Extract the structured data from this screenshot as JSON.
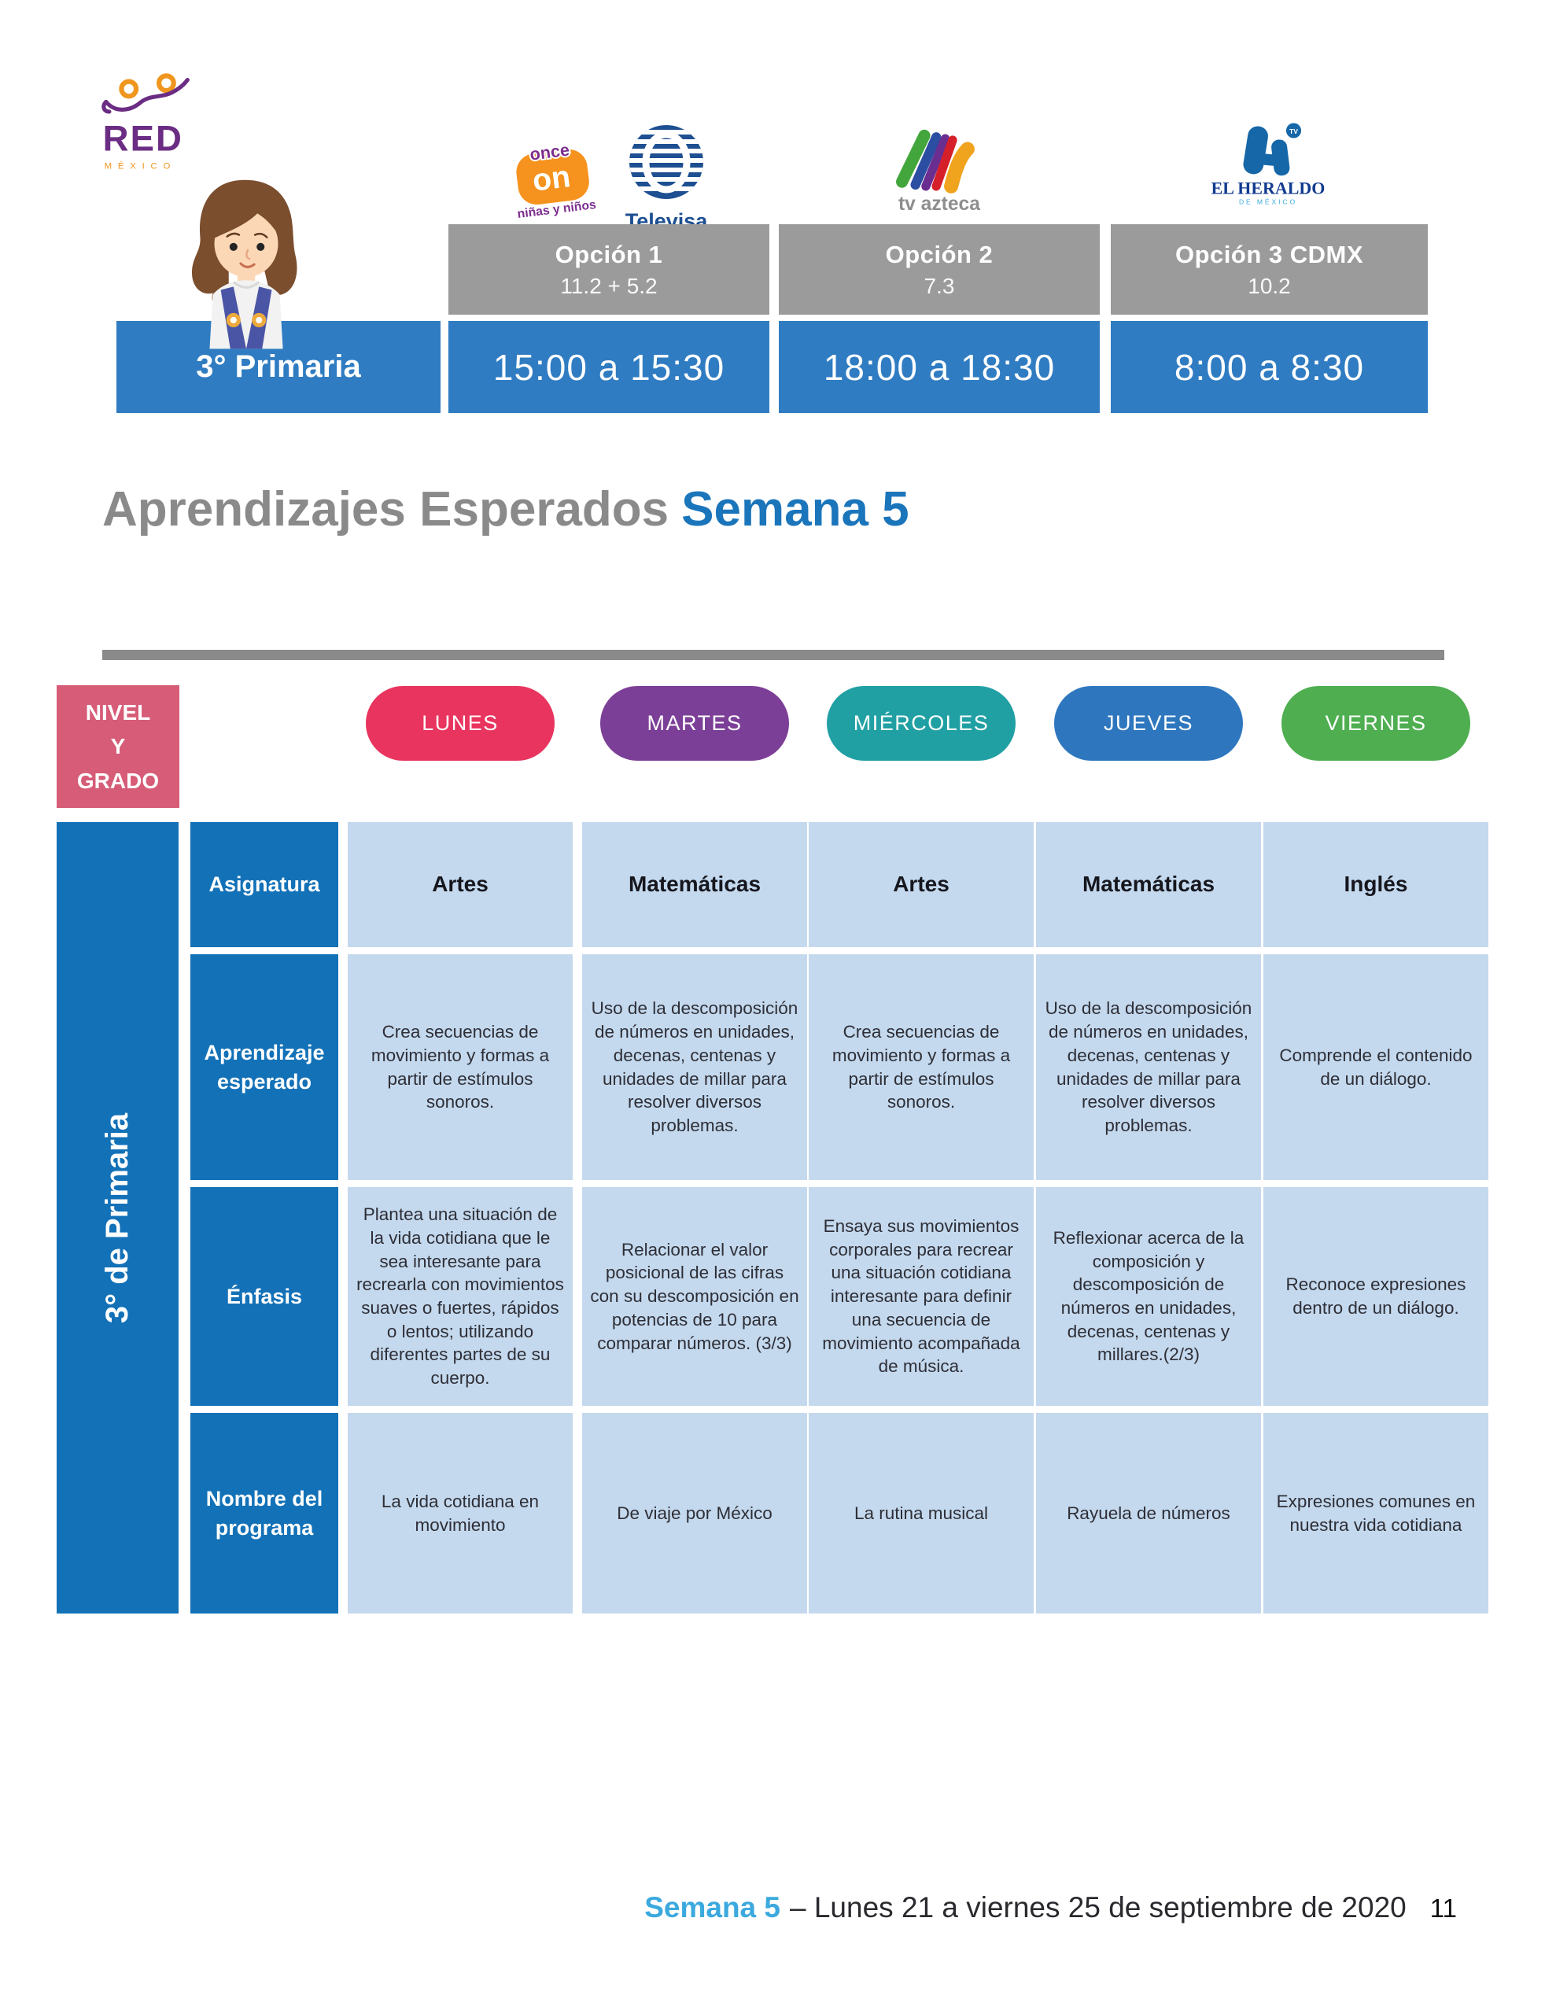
{
  "colors": {
    "brand-blue": "#1B75BB",
    "table-blue": "#1371B7",
    "top-blue": "#2F7CC2",
    "cell-blue": "#C4D9EE",
    "gray-box": "#9C9B9B",
    "title-gray": "#8A8A8A",
    "corner-pink": "#D65C77",
    "footer-cyan": "#3BA9DE",
    "body-text": "#2E2E36"
  },
  "brand": {
    "red": "RED",
    "mexico": "MÉXICO"
  },
  "channels": {
    "once_top": "once",
    "once_mid": "on",
    "once_bottom": "niñas y niños",
    "televisa": "Televisa",
    "tvazteca": "tv azteca",
    "heraldo_tv": "TV",
    "heraldo_name": "EL HERALDO",
    "heraldo_sub": "DE MÉXICO"
  },
  "broadcast": {
    "grade": "3° Primaria",
    "options": [
      {
        "title": "Opción 1",
        "channels": "11.2  +  5.2",
        "time": "15:00 a 15:30"
      },
      {
        "title": "Opción 2",
        "channels": "7.3",
        "time": "18:00 a 18:30"
      },
      {
        "title": "Opción 3 CDMX",
        "channels": "10.2",
        "time": "8:00 a 8:30"
      }
    ]
  },
  "title": {
    "main": "Aprendizajes Esperados",
    "accent": "Semana 5"
  },
  "schedule": {
    "corner": [
      "NIVEL",
      "Y",
      "GRADO"
    ],
    "grade_label": "3° de Primaria",
    "days": [
      {
        "label": "LUNES",
        "color": "#E8345E"
      },
      {
        "label": "MARTES",
        "color": "#7C3F97"
      },
      {
        "label": "MIÉRCOLES",
        "color": "#21A0A4"
      },
      {
        "label": "JUEVES",
        "color": "#2E77BE"
      },
      {
        "label": "VIERNES",
        "color": "#4EAE50"
      }
    ],
    "row_headers": [
      "Asignatura",
      "Aprendizaje esperado",
      "Énfasis",
      "Nombre del programa"
    ],
    "asignatura": [
      "Artes",
      "Matemáticas",
      "Artes",
      "Matemáticas",
      "Inglés"
    ],
    "aprendizaje": [
      "Crea secuencias de movimiento y formas a partir de estímulos sonoros.",
      "Uso de la descomposición de números en unidades, decenas, centenas y unidades de millar para resolver diversos problemas.",
      "Crea secuencias de movimiento y formas a partir de estímulos sonoros.",
      "Uso de la descomposición de números en unidades, decenas, centenas y unidades de millar para resolver diversos problemas.",
      "Comprende el contenido de un diálogo."
    ],
    "enfasis": [
      "Plantea una situación de la vida cotidiana que le sea interesante para recrearla con movimientos suaves o fuertes, rápidos o lentos; utilizando diferentes partes de su cuerpo.",
      "Relacionar el valor posicional de las cifras con su descomposición en potencias de 10 para comparar números. (3/3)",
      "Ensaya sus movimientos corporales para recrear una situación cotidiana interesante para definir una secuencia de movimiento acompañada de música.",
      "Reflexionar acerca de la composición y descomposición de números en unidades, decenas, centenas y millares.(2/3)",
      "Reconoce expresiones dentro de un diálogo."
    ],
    "programa": [
      "La vida cotidiana en movimiento",
      "De viaje por México",
      "La rutina musical",
      "Rayuela de números",
      "Expresiones comunes en nuestra vida cotidiana"
    ]
  },
  "footer": {
    "week": "Semana 5",
    "rest": "– Lunes 21 a viernes 25 de septiembre de 2020",
    "page": "11"
  }
}
